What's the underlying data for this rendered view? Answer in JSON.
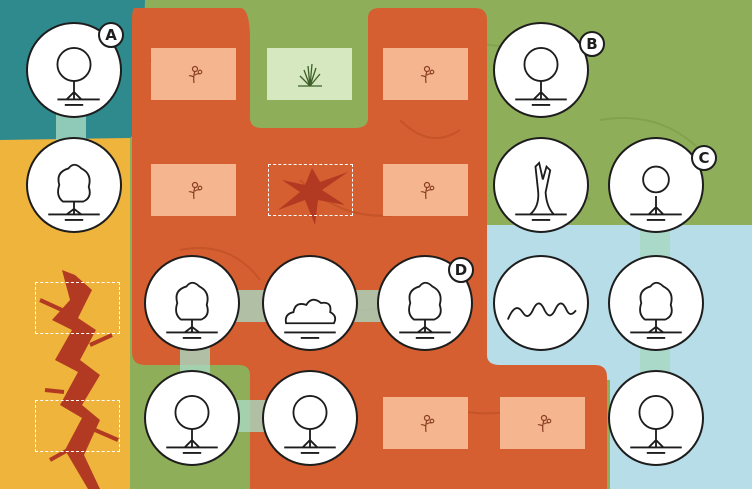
{
  "board": {
    "colors": {
      "teal_region": "#2f8a8e",
      "yellow_region": "#eeb43c",
      "green_region": "#8fae5a",
      "blue_region": "#b6dde8",
      "orange_region": "#d55f30",
      "highlight": "#a8d8c2",
      "crack": "#b23a22"
    },
    "labels": [
      {
        "id": "A",
        "text": "A"
      },
      {
        "id": "B",
        "text": "B"
      },
      {
        "id": "C",
        "text": "C"
      },
      {
        "id": "D",
        "text": "D"
      }
    ],
    "tiles": [
      {
        "id": "tile-r1c1",
        "icon": "tree-icon"
      },
      {
        "id": "tile-r2c1",
        "icon": "tree-icon"
      },
      {
        "id": "tile-r1c5",
        "icon": "tree-icon"
      },
      {
        "id": "tile-r2c5",
        "icon": "dead-tree-icon"
      },
      {
        "id": "tile-r2c6",
        "icon": "tree-icon"
      },
      {
        "id": "tile-r3c2",
        "icon": "tree-icon"
      },
      {
        "id": "tile-r3c3",
        "icon": "bush-icon"
      },
      {
        "id": "tile-r3c4",
        "icon": "tree-icon"
      },
      {
        "id": "tile-r3c5",
        "icon": "wave-icon"
      },
      {
        "id": "tile-r3c6",
        "icon": "tree-icon"
      },
      {
        "id": "tile-r4c2",
        "icon": "tree-icon"
      },
      {
        "id": "tile-r4c3",
        "icon": "tree-icon"
      },
      {
        "id": "tile-r4c6",
        "icon": "tree-icon"
      }
    ],
    "cards": [
      {
        "id": "card-r1c2",
        "icon": "flower-icon"
      },
      {
        "id": "card-r1c3",
        "icon": "grass-icon"
      },
      {
        "id": "card-r1c4",
        "icon": "flower-icon"
      },
      {
        "id": "card-r2c2",
        "icon": "flower-icon"
      },
      {
        "id": "card-r2c4",
        "icon": "flower-icon"
      },
      {
        "id": "card-r4c4",
        "icon": "flower-icon"
      },
      {
        "id": "card-r4c5",
        "icon": "flower-icon"
      }
    ],
    "empty_slots": [
      "slot-r2c3",
      "slot-left-top",
      "slot-left-bottom"
    ]
  }
}
